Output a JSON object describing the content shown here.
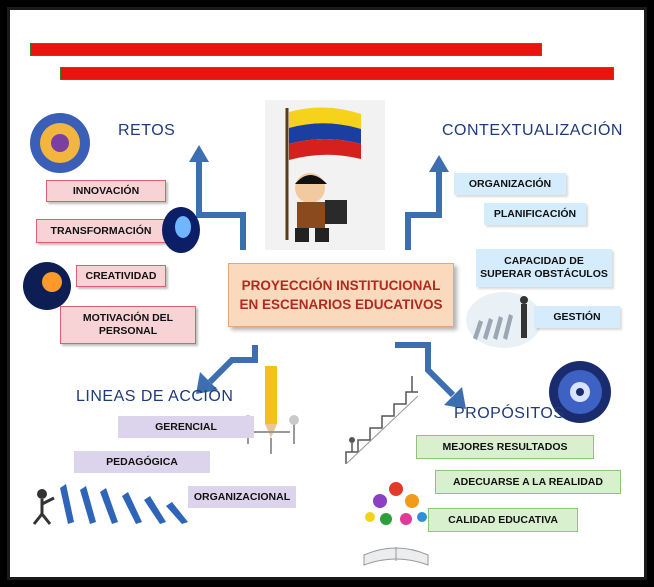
{
  "center": {
    "line1": "PROYECCIÓN INSTITUCIONAL",
    "line2": "EN ESCENARIOS EDUCATIVOS"
  },
  "retos": {
    "title": "RETOS",
    "items": [
      "INNOVACIÓN",
      "TRANSFORMACIÓN",
      "CREATIVIDAD",
      "MOTIVACIÓN DEL",
      "PERSONAL"
    ]
  },
  "contexto": {
    "title": "CONTEXTUALIZACIÓN",
    "items": [
      "ORGANIZACIÓN",
      "PLANIFICACIÓN",
      "CAPACIDAD DE",
      "SUPERAR OBSTÁCULOS",
      "GESTIÓN"
    ]
  },
  "lineas": {
    "title": "LINEAS DE ACCIÓN",
    "items": [
      "GERENCIAL",
      "PEDAGÓGICA",
      "ORGANIZACIONAL"
    ]
  },
  "propositos": {
    "title": "PROPÓSITOS",
    "items": [
      "MEJORES RESULTADOS",
      "ADECUARSE A LA REALIDAD",
      "CALIDAD EDUCATIVA"
    ]
  },
  "colors": {
    "arrow": "#3d6fb0",
    "stripe": "#e8140e",
    "heading": "#1f3a7a",
    "center_text": "#b02a1f"
  }
}
